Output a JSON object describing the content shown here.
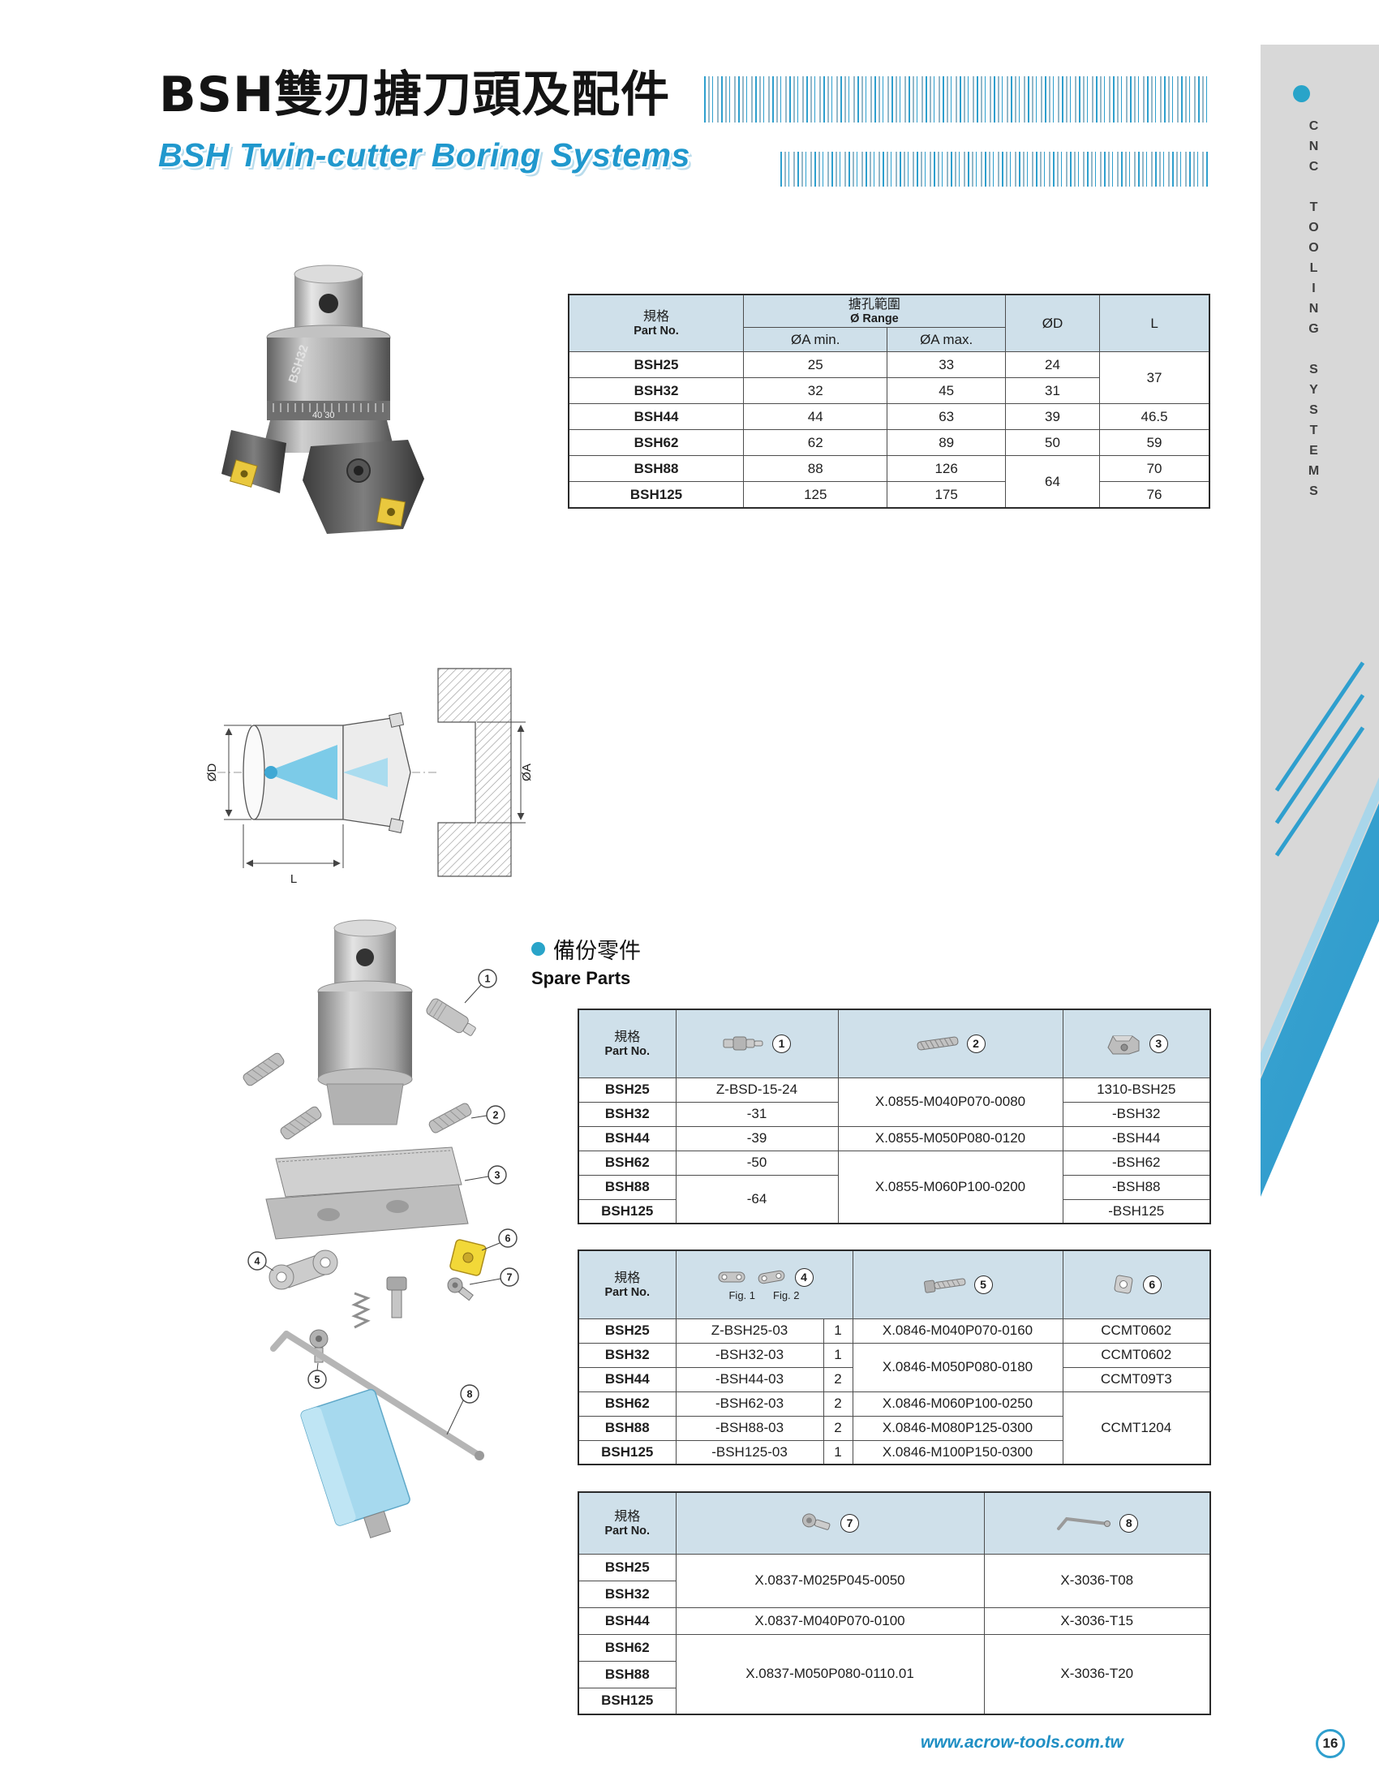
{
  "header": {
    "title_zh": "BSH雙刃搪刀頭及配件",
    "subtitle_en": "BSH Twin-cutter Boring Systems"
  },
  "sidebar": {
    "vertical_text": "CNC TOOLING SYSTEMS"
  },
  "photo": {
    "etch_label": "BSH32",
    "etch_scale": "40 30"
  },
  "diagram": {
    "dim_od": "ØD",
    "dim_oa": "ØA",
    "dim_l": "L"
  },
  "exploded": {
    "balloons": [
      "1",
      "2",
      "3",
      "4",
      "5",
      "6",
      "7",
      "8"
    ]
  },
  "spare_heading": {
    "zh": "備份零件",
    "en": "Spare Parts"
  },
  "dim_table": {
    "col_part_zh": "規格",
    "col_part_en": "Part No.",
    "col_range_zh": "搪孔範圍",
    "col_range_en": "Ø Range",
    "col_amin": "ØA min.",
    "col_amax": "ØA max.",
    "col_od": "ØD",
    "col_l": "L",
    "rows": [
      {
        "part": "BSH25",
        "amin": "25",
        "amax": "33",
        "od": "24",
        "l": "37"
      },
      {
        "part": "BSH32",
        "amin": "32",
        "amax": "45",
        "od": "31"
      },
      {
        "part": "BSH44",
        "amin": "44",
        "amax": "63",
        "od": "39",
        "l": "46.5"
      },
      {
        "part": "BSH62",
        "amin": "62",
        "amax": "89",
        "od": "50",
        "l": "59"
      },
      {
        "part": "BSH88",
        "amin": "88",
        "amax": "126",
        "od": "64",
        "l": "70"
      },
      {
        "part": "BSH125",
        "amin": "125",
        "amax": "175",
        "l": "76"
      }
    ]
  },
  "spare_table_1": {
    "col_part_zh": "規格",
    "col_part_en": "Part No.",
    "icon_nums": [
      "1",
      "2",
      "3"
    ],
    "rows": [
      {
        "part": "BSH25",
        "pilot": "Z-BSD-15-24",
        "screw": "X.0855-M040P070-0080",
        "clamp": "1310-BSH25"
      },
      {
        "part": "BSH32",
        "pilot": "-31",
        "clamp": "-BSH32"
      },
      {
        "part": "BSH44",
        "pilot": "-39",
        "screw": "X.0855-M050P080-0120",
        "clamp": "-BSH44"
      },
      {
        "part": "BSH62",
        "pilot": "-50",
        "screw": "X.0855-M060P100-0200",
        "clamp": "-BSH62"
      },
      {
        "part": "BSH88",
        "pilot": "-64",
        "clamp": "-BSH88"
      },
      {
        "part": "BSH125",
        "clamp": "-BSH125"
      }
    ]
  },
  "spare_table_2": {
    "col_part_zh": "規格",
    "col_part_en": "Part No.",
    "fig1_label": "Fig. 1",
    "fig2_label": "Fig. 2",
    "icon_nums": [
      "4",
      "5",
      "6"
    ],
    "rows": [
      {
        "part": "BSH25",
        "fig": "Z-BSH25-03",
        "qty": "1",
        "screw": "X.0846-M040P070-0160",
        "insert": "CCMT0602"
      },
      {
        "part": "BSH32",
        "fig": "-BSH32-03",
        "qty": "1",
        "screw": "X.0846-M050P080-0180",
        "insert": "CCMT0602"
      },
      {
        "part": "BSH44",
        "fig": "-BSH44-03",
        "qty": "2",
        "insert": "CCMT09T3"
      },
      {
        "part": "BSH62",
        "fig": "-BSH62-03",
        "qty": "2",
        "screw": "X.0846-M060P100-0250",
        "insert": "CCMT1204"
      },
      {
        "part": "BSH88",
        "fig": "-BSH88-03",
        "qty": "2",
        "screw": "X.0846-M080P125-0300"
      },
      {
        "part": "BSH125",
        "fig": "-BSH125-03",
        "qty": "1",
        "screw": "X.0846-M100P150-0300"
      }
    ]
  },
  "spare_table_3": {
    "col_part_zh": "規格",
    "col_part_en": "Part No.",
    "icon_nums": [
      "7",
      "8"
    ],
    "parts": [
      "BSH25",
      "BSH32",
      "BSH44",
      "BSH62",
      "BSH88",
      "BSH125"
    ],
    "groups": {
      "g1_screw": "X.0837-M025P045-0050",
      "g1_wrench": "X-3036-T08",
      "g2_screw": "X.0837-M040P070-0100",
      "g2_wrench": "X-3036-T15",
      "g3_screw": "X.0837-M050P080-0110.01",
      "g3_wrench": "X-3036-T20"
    }
  },
  "footer": {
    "url": "www.acrow-tools.com.tw",
    "page_number": "16"
  }
}
